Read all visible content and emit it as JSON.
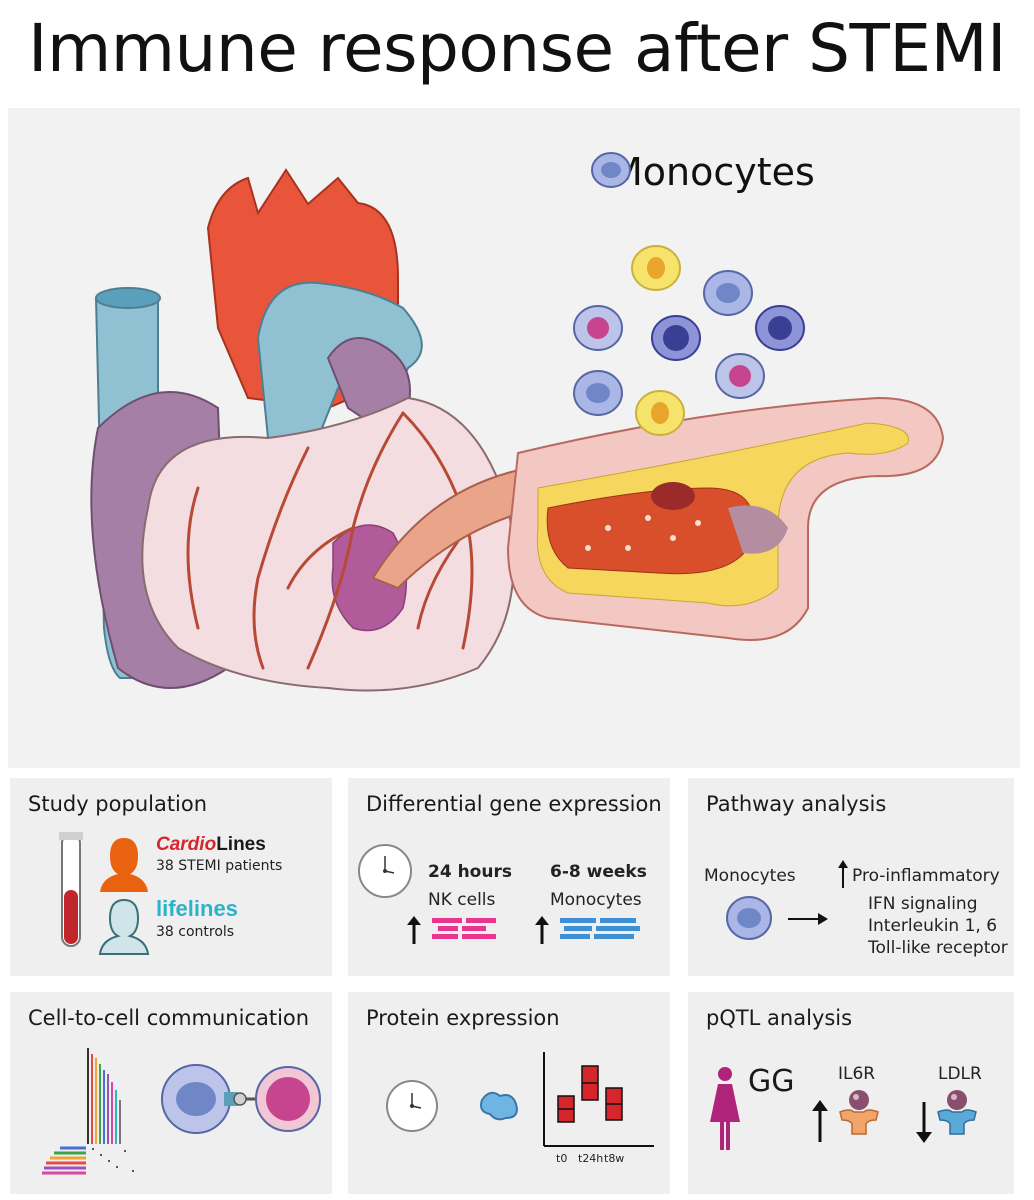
{
  "title": "Immune response after STEMI",
  "hero": {
    "legend_label": "Monocytes",
    "colors": {
      "aorta": "#e8553b",
      "vena_cava": "#8fc1d3",
      "atrium": "#a67fa6",
      "ventricle": "#f3dde1",
      "vessels": "#b84a35",
      "infarct": "#b15b9a",
      "monocyte": "#6f86c7"
    }
  },
  "panels": {
    "study_population": {
      "title": "Study population",
      "cardio_part1": "Cardio",
      "cardio_part2": "Lines",
      "patients": "38 STEMI patients",
      "lifelines": "lifelines",
      "controls": "38 controls"
    },
    "dge": {
      "title": "Differential gene expression",
      "t1": "24 hours",
      "cell1": "NK cells",
      "t2": "6-8 weeks",
      "cell2": "Monocytes"
    },
    "pathway": {
      "title": "Pathway analysis",
      "cell": "Monocytes",
      "head": "Pro-inflammatory",
      "items": [
        "IFN signaling",
        "Interleukin 1, 6",
        "Toll-like receptor"
      ]
    },
    "cell_comm": {
      "title": "Cell-to-cell communication"
    },
    "protein": {
      "title": "Protein expression",
      "x_labels": [
        "t0",
        "t24h",
        "t8w"
      ]
    },
    "pqtl": {
      "title": "pQTL analysis",
      "genotype": "GG",
      "gene1": "IL6R",
      "gene2": "LDLR"
    }
  }
}
